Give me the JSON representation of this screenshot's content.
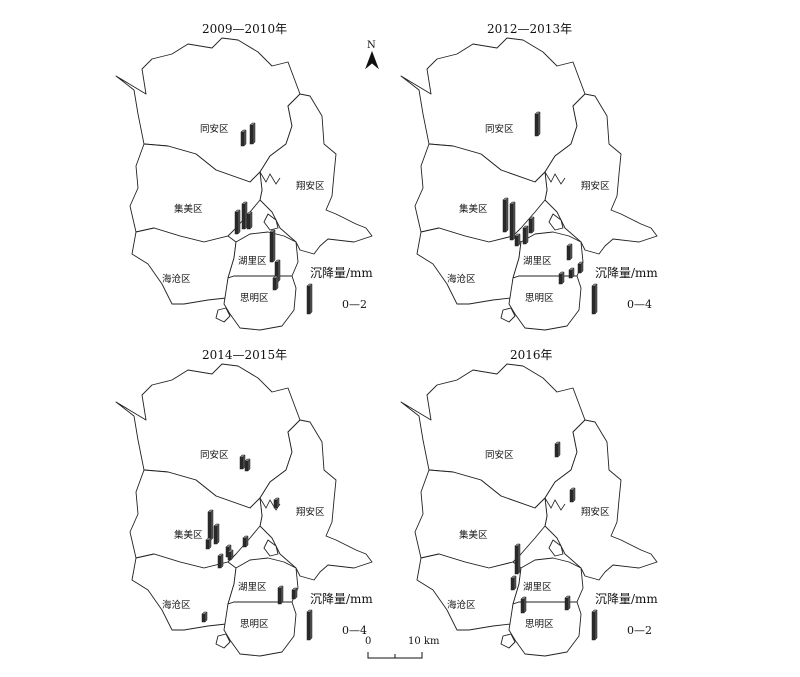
{
  "north_arrow": {
    "label": "N"
  },
  "scale_bar": {
    "start": "0",
    "end": "10 km"
  },
  "districts": {
    "tongan": "同安区",
    "xiangan": "翔安区",
    "jimei": "集美区",
    "huli": "湖里区",
    "haicang": "海沧区",
    "siming": "思明区"
  },
  "legend_title": "沉降量/mm",
  "panels": [
    {
      "title": "2009—2010年",
      "legend_range": "0—2"
    },
    {
      "title": "2012—2013年",
      "legend_range": "0—4"
    },
    {
      "title": "2014—2015年",
      "legend_range": "0—4"
    },
    {
      "title": "2016年",
      "legend_range": "0—2"
    }
  ],
  "colors": {
    "outline": "#222222",
    "bar_fill": "#555555",
    "bar_face": "#2a2a2a"
  }
}
